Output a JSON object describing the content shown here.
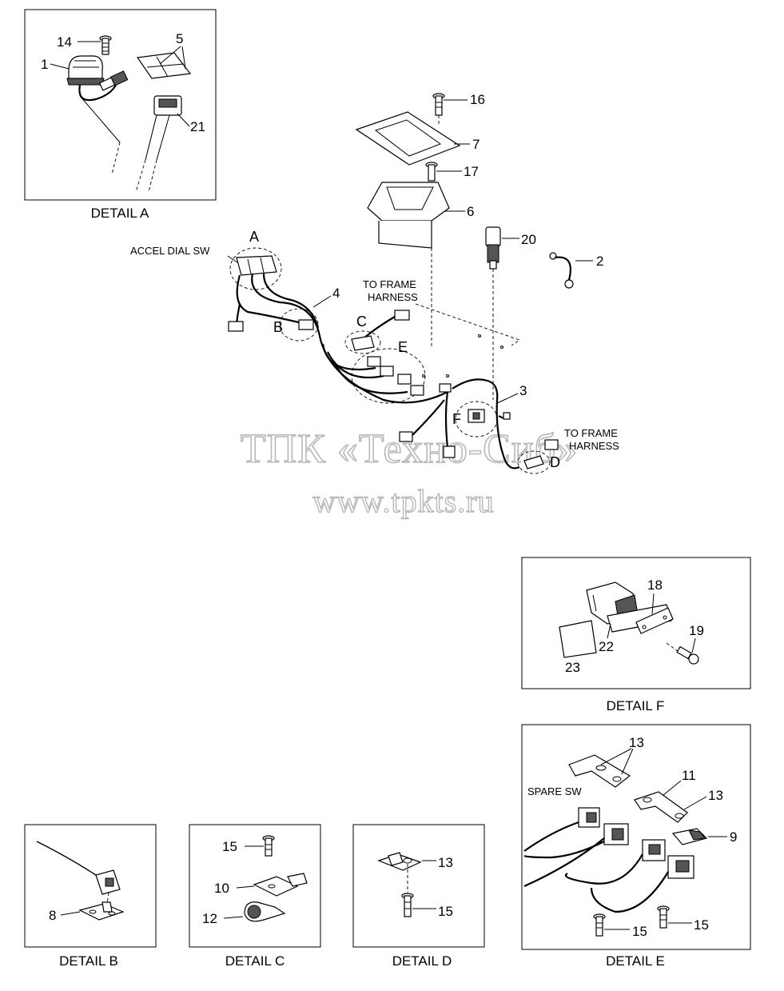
{
  "details": {
    "a": "DETAIL A",
    "b": "DETAIL B",
    "c": "DETAIL C",
    "d": "DETAIL D",
    "e": "DETAIL E",
    "f": "DETAIL F"
  },
  "notes": {
    "accel_dial_sw": "ACCEL DIAL SW",
    "to_frame_harness_top_1": "TO FRAME",
    "to_frame_harness_top_2": "HARNESS",
    "to_frame_harness_bottom_1": "TO FRAME",
    "to_frame_harness_bottom_2": "HARNESS",
    "spare_sw": "SPARE SW"
  },
  "letters": {
    "A": "A",
    "B": "B",
    "C": "C",
    "D": "D",
    "E": "E",
    "F": "F"
  },
  "parts": {
    "p1": "1",
    "p2": "2",
    "p3": "3",
    "p4": "4",
    "p5": "5",
    "p6": "6",
    "p7": "7",
    "p8": "8",
    "p9": "9",
    "p10": "10",
    "p11": "11",
    "p12": "12",
    "p13": "13",
    "p14": "14",
    "p15": "15",
    "p16": "16",
    "p17": "17",
    "p18": "18",
    "p19": "19",
    "p20": "20",
    "p21": "21",
    "p22": "22",
    "p23": "23"
  },
  "watermark": {
    "line1": "ТПК «Техно-Сиб»",
    "line2": "www.tpkts.ru"
  }
}
